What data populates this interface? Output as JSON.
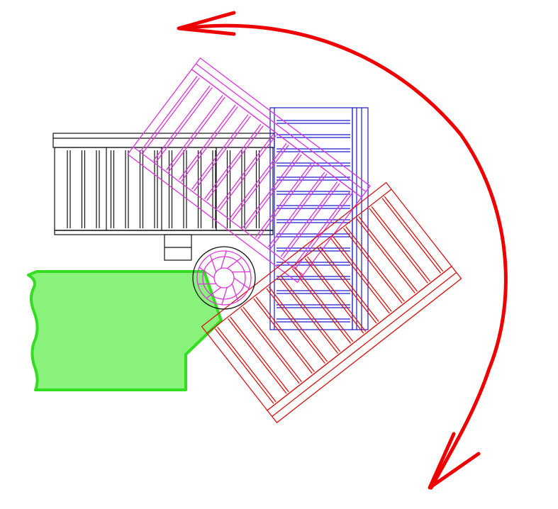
{
  "diagram": {
    "background": "#ffffff",
    "colors": {
      "arrow": "#ee0000",
      "floor_fill": "#88f27a",
      "floor_stroke": "#33dd22",
      "position_black": "#111111",
      "position_blue": "#1a1acc",
      "position_magenta": "#dd33dd",
      "position_red": "#dd1111",
      "hub": "#dd33dd"
    },
    "positions": [
      {
        "name": "black",
        "angle_deg": 0
      },
      {
        "name": "magenta",
        "angle_deg": 37
      },
      {
        "name": "blue",
        "angle_deg": 90
      },
      {
        "name": "red",
        "angle_deg": 142
      }
    ],
    "rotation_direction": "clockwise"
  }
}
